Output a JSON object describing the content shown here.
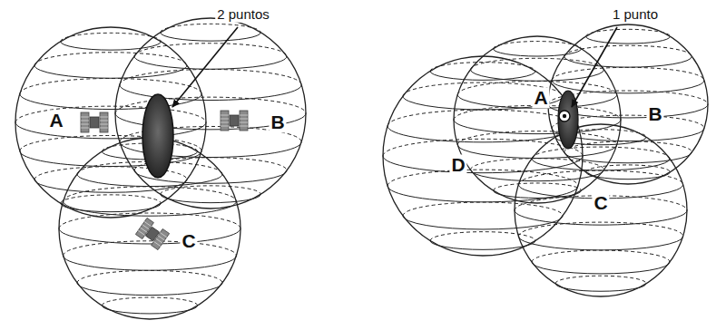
{
  "diagram": {
    "labels": [
      "2 puntos",
      "A",
      "B",
      "C",
      "1 punto",
      "A",
      "B",
      "C",
      "D"
    ]
  }
}
